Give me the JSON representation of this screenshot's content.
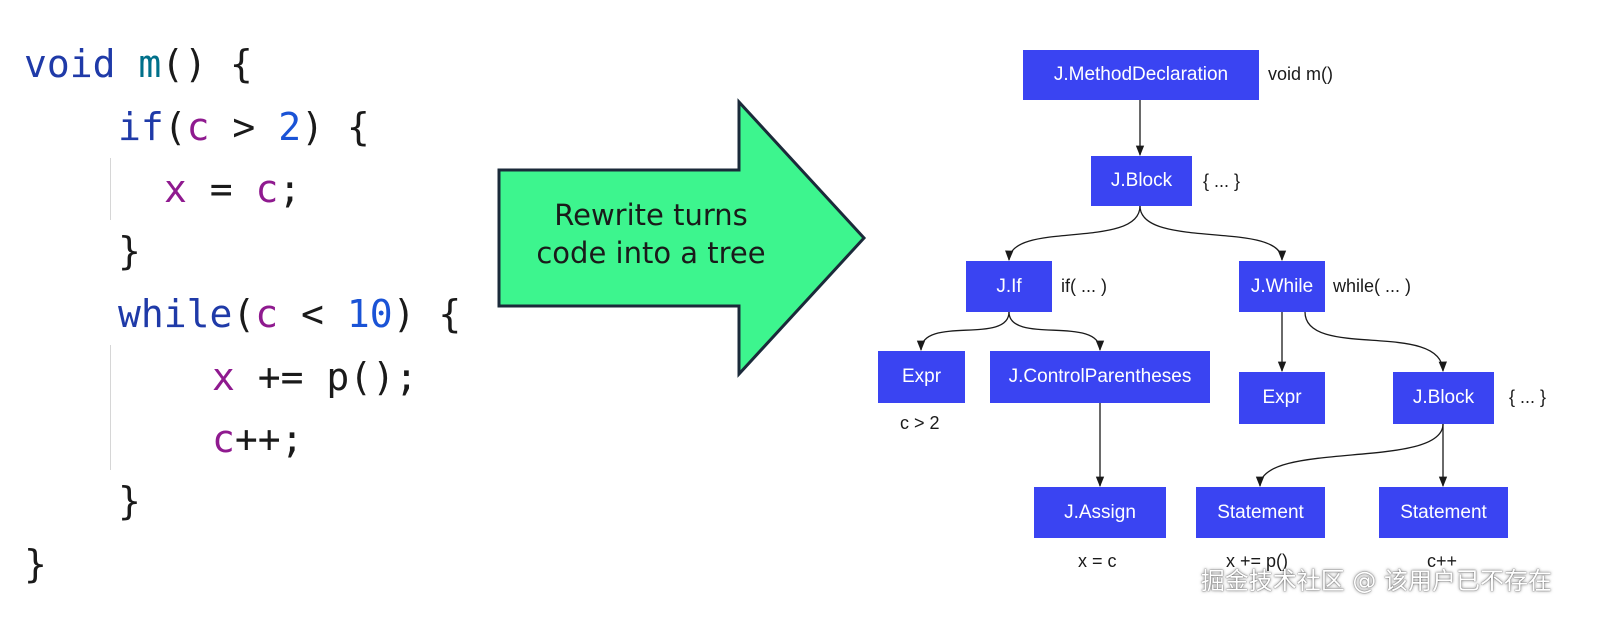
{
  "code": {
    "lines": [
      [
        {
          "t": "void",
          "c": "kw"
        },
        {
          "t": " ",
          "c": "pl"
        },
        {
          "t": "m",
          "c": "fn"
        },
        {
          "t": "() {",
          "c": "pl"
        }
      ],
      [
        {
          "t": "if",
          "c": "kw"
        },
        {
          "t": "(",
          "c": "pl"
        },
        {
          "t": "c",
          "c": "var"
        },
        {
          "t": " > ",
          "c": "pl"
        },
        {
          "t": "2",
          "c": "num"
        },
        {
          "t": ") {",
          "c": "pl"
        }
      ],
      [
        {
          "t": "x",
          "c": "var"
        },
        {
          "t": " = ",
          "c": "pl"
        },
        {
          "t": "c",
          "c": "var"
        },
        {
          "t": ";",
          "c": "pl"
        }
      ],
      [
        {
          "t": "}",
          "c": "pl"
        }
      ],
      [
        {
          "t": "while",
          "c": "kw"
        },
        {
          "t": "(",
          "c": "pl"
        },
        {
          "t": "c",
          "c": "var"
        },
        {
          "t": " < ",
          "c": "pl"
        },
        {
          "t": "10",
          "c": "num"
        },
        {
          "t": ") {",
          "c": "pl"
        }
      ],
      [
        {
          "t": "x",
          "c": "var"
        },
        {
          "t": " += p();",
          "c": "pl"
        }
      ],
      [
        {
          "t": "c",
          "c": "var"
        },
        {
          "t": "++;",
          "c": "pl"
        }
      ],
      [
        {
          "t": "}",
          "c": "pl"
        }
      ],
      [
        {
          "t": "}",
          "c": "pl"
        }
      ]
    ]
  },
  "arrow": {
    "text_line1": "Rewrite turns",
    "text_line2": "code into a tree",
    "fill_color": "#3df58e",
    "stroke_color": "#1b2a3a"
  },
  "tree": {
    "node_color": "#3a44f2",
    "nodes": {
      "method_decl": "J.MethodDeclaration",
      "block_1": "J.Block",
      "if": "J.If",
      "while": "J.While",
      "expr_1": "Expr",
      "control_parentheses": "J.ControlParentheses",
      "expr_2": "Expr",
      "block_2": "J.Block",
      "assign": "J.Assign",
      "statement_1": "Statement",
      "statement_2": "Statement"
    },
    "labels": {
      "method_decl": "void m()",
      "block_1": "{ ... }",
      "if": "if( ... )",
      "while": "while( ... )",
      "block_2": "{ ... }",
      "expr_1": "c > 2",
      "assign": "x = c",
      "statement_1": "x += p()",
      "statement_2": "c++"
    }
  },
  "watermark": "掘金技术社区 @ 该用户已不存在"
}
